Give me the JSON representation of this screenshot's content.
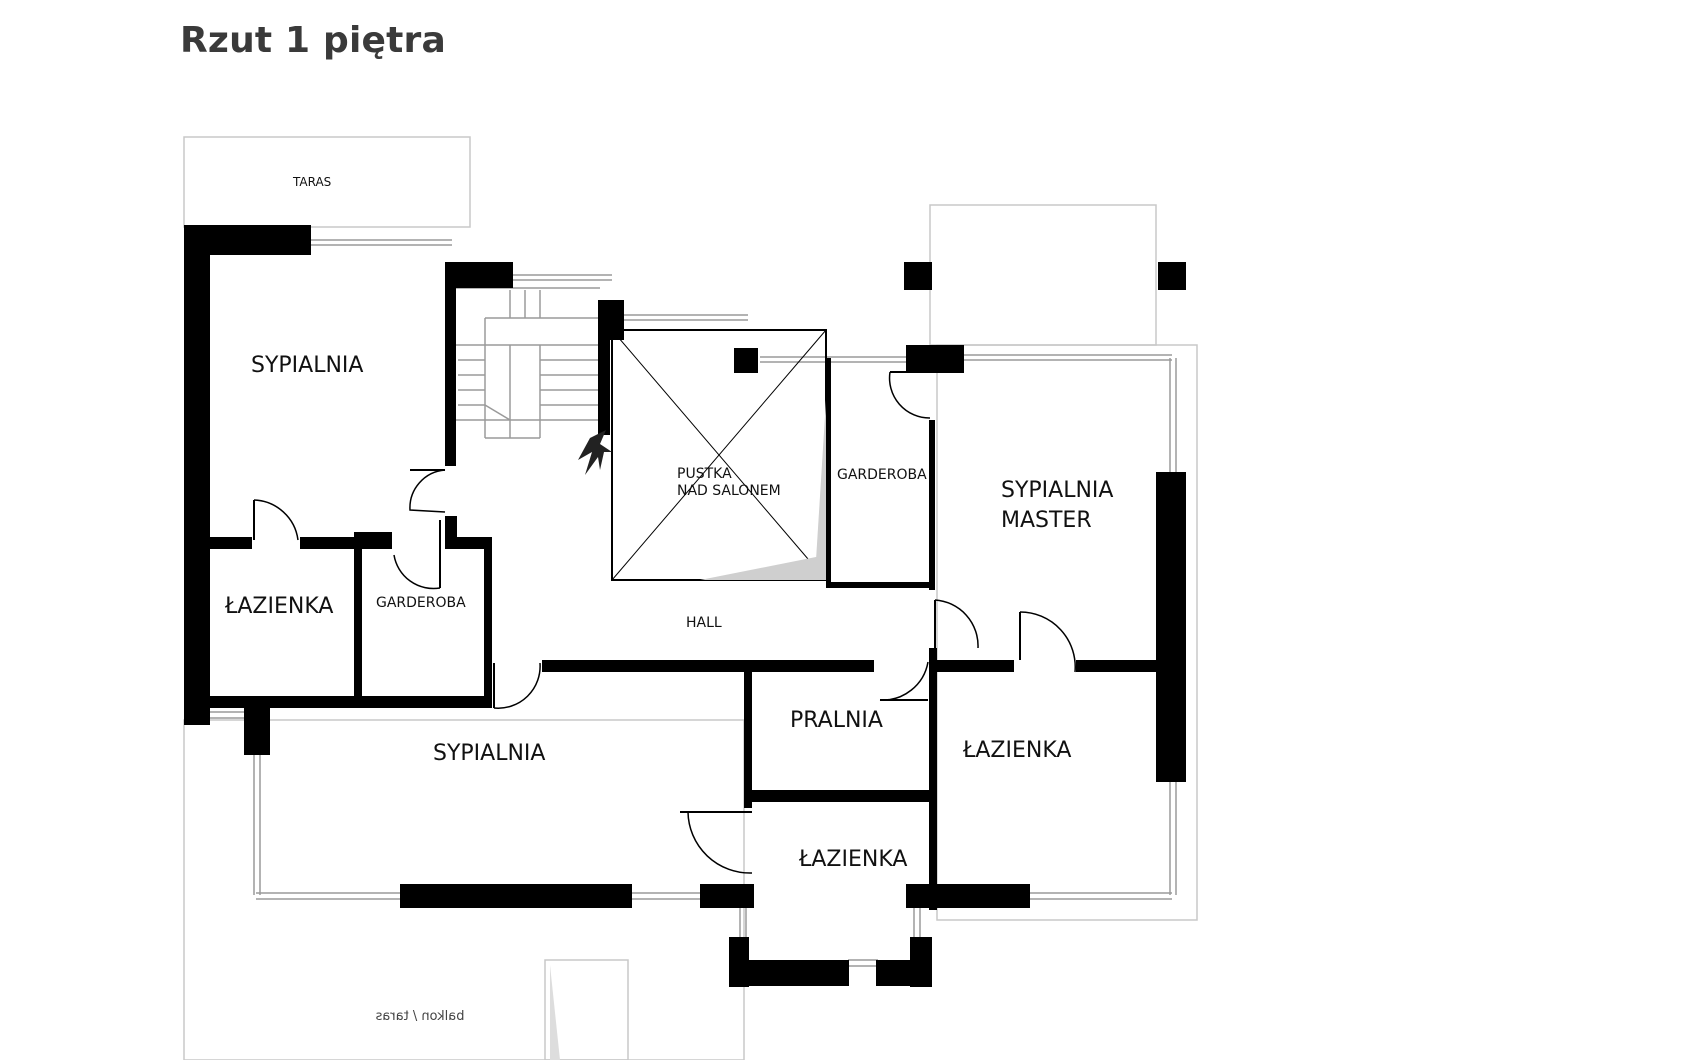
{
  "title": "Rzut 1 piętra",
  "rooms": {
    "taras": "TARAS",
    "sypialnia_top_left": "SYPIALNIA",
    "lazienka_left": "ŁAZIENKA",
    "garderoba_left": "GARDEROBA",
    "pustka_line1": "PUSTKA",
    "pustka_line2": "NAD SALONEM",
    "garderoba_center": "GARDEROBA",
    "sypialnia_master_line1": "SYPIALNIA",
    "sypialnia_master_line2": "MASTER",
    "hall": "HALL",
    "sypialnia_bottom": "SYPIALNIA",
    "pralnia": "PRALNIA",
    "lazienka_right": "ŁAZIENKA",
    "lazienka_bottom": "ŁAZIENKA",
    "balkon": "balkon / taras"
  },
  "colors": {
    "wall": "#000000",
    "title": "#3a3a3a",
    "background": "#ffffff"
  }
}
